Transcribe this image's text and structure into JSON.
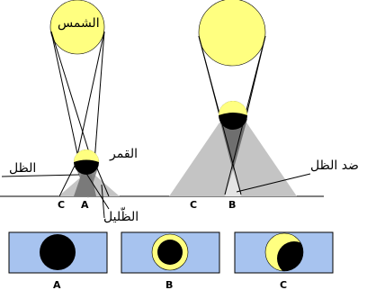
{
  "labels": {
    "sun": "الشمس",
    "moon": "القمر",
    "umbra": "الظل",
    "penumbra": "الظّليل",
    "antumbra": "ضد الظل"
  },
  "ground_points": {
    "left_c": "C",
    "left_a": "A",
    "right_c": "C",
    "right_b": "B"
  },
  "panels": [
    {
      "letter": "A"
    },
    {
      "letter": "B"
    },
    {
      "letter": "C"
    }
  ],
  "colors": {
    "sun": "#ffff80",
    "moon_lit": "#ffff80",
    "shadow_dark": "#777777",
    "shadow_light": "#c4c4c4",
    "panel_bg": "#a7c3ef",
    "disk": "#000000"
  }
}
